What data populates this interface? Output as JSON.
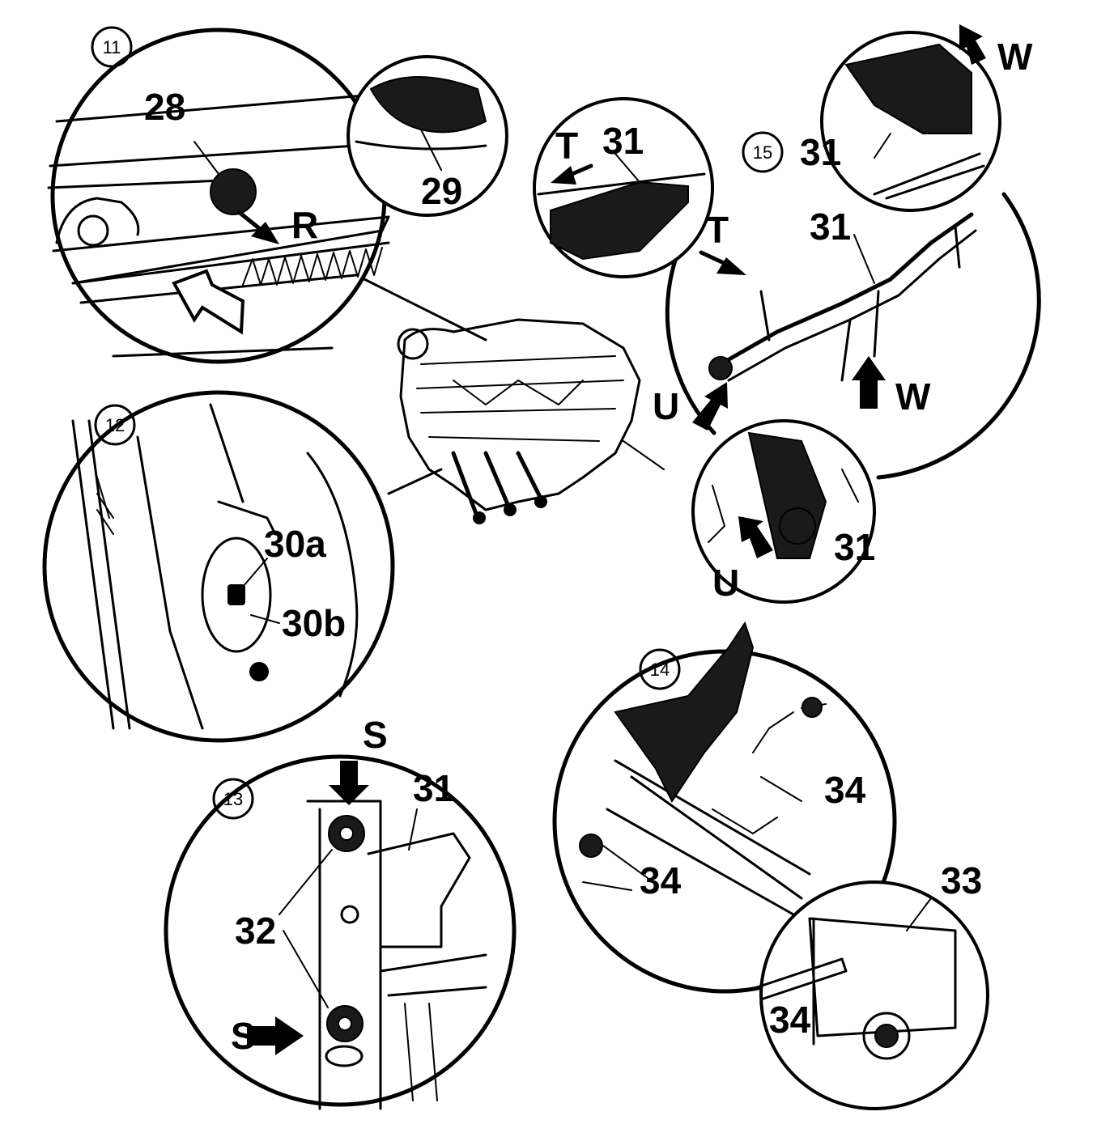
{
  "colors": {
    "ink": "#000000",
    "paper": "#ffffff"
  },
  "steps": {
    "s11": "11",
    "s12": "12",
    "s13": "13",
    "s14": "14",
    "s15": "15"
  },
  "callouts": {
    "c28": "28",
    "c29": "29",
    "c30a": "30a",
    "c30b": "30b",
    "c31_t": "31",
    "c31_w": "31",
    "c31_15": "31",
    "c31_u": "31",
    "c31_13": "31",
    "c32": "32",
    "c33": "33",
    "c34_top": "34",
    "c34_mid": "34",
    "c34_bot": "34"
  },
  "arrows": {
    "R": "R",
    "T1": "T",
    "T2": "T",
    "U1": "U",
    "U2": "U",
    "W1": "W",
    "W2": "W",
    "S1": "S",
    "S2": "S"
  }
}
